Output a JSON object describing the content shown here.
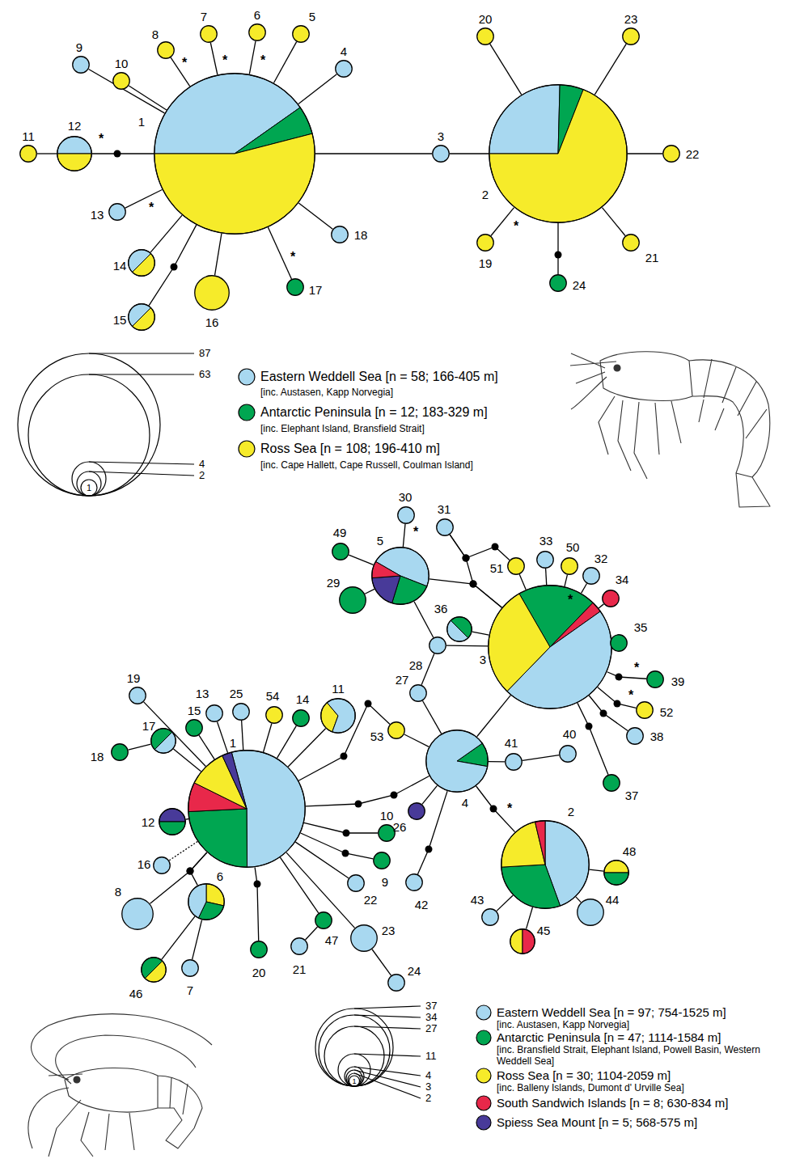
{
  "diagram": {
    "nodes": [
      {
        "text": [
          "1"
        ]
      },
      {
        "text": [
          "2"
        ]
      },
      {
        "text": [
          "3"
        ]
      },
      {
        "text": [
          "4"
        ]
      },
      {
        "text": [
          "5"
        ]
      },
      {
        "text": [
          "6"
        ]
      },
      {
        "text": [
          "7"
        ]
      },
      {
        "text": [
          "8"
        ]
      },
      {
        "text": [
          "9"
        ]
      },
      {
        "text": [
          "10"
        ]
      },
      {
        "text": [
          "11"
        ]
      },
      {
        "text": [
          "12"
        ]
      },
      {
        "text": [
          "13"
        ]
      },
      {
        "text": [
          "14"
        ]
      },
      {
        "text": [
          "15"
        ]
      },
      {
        "text": [
          "16"
        ]
      },
      {
        "text": [
          "17"
        ]
      },
      {
        "text": [
          "18"
        ]
      },
      {
        "text": [
          "19"
        ]
      },
      {
        "text": [
          "20"
        ]
      },
      {
        "text": [
          "21"
        ]
      },
      {
        "text": [
          "22"
        ]
      },
      {
        "text": [
          "23"
        ]
      },
      {
        "text": [
          "24"
        ]
      },
      {
        "text": [
          "1"
        ]
      },
      {
        "text": [
          "2"
        ]
      },
      {
        "text": [
          "3"
        ]
      },
      {
        "text": [
          "4"
        ]
      },
      {
        "text": [
          "5"
        ]
      },
      {
        "text": [
          "6"
        ]
      },
      {
        "text": [
          "7"
        ]
      },
      {
        "text": [
          "8"
        ]
      },
      {
        "text": [
          "9"
        ]
      },
      {
        "text": [
          "10"
        ]
      },
      {
        "text": [
          "11"
        ]
      },
      {
        "text": [
          "12"
        ]
      },
      {
        "text": [
          "13"
        ]
      },
      {
        "text": [
          "14"
        ]
      },
      {
        "text": [
          "15"
        ]
      },
      {
        "text": [
          "16"
        ]
      },
      {
        "text": [
          "17"
        ]
      },
      {
        "text": [
          "18"
        ]
      },
      {
        "text": [
          "19"
        ]
      },
      {
        "text": [
          "20"
        ]
      },
      {
        "text": [
          "21"
        ]
      },
      {
        "text": [
          "22"
        ]
      },
      {
        "text": [
          "23"
        ]
      },
      {
        "text": [
          "24"
        ]
      },
      {
        "text": [
          "25"
        ]
      },
      {
        "text": [
          "26"
        ]
      },
      {
        "text": [
          "27"
        ]
      },
      {
        "text": [
          "28"
        ]
      },
      {
        "text": [
          "29"
        ]
      },
      {
        "text": [
          "30"
        ]
      },
      {
        "text": [
          "31"
        ]
      },
      {
        "text": [
          "32"
        ]
      },
      {
        "text": [
          "33"
        ]
      },
      {
        "text": [
          "34"
        ]
      },
      {
        "text": [
          "35"
        ]
      },
      {
        "text": [
          "36"
        ]
      },
      {
        "text": [
          "37"
        ]
      },
      {
        "text": [
          "38"
        ]
      },
      {
        "text": [
          "39"
        ]
      },
      {
        "text": [
          "40"
        ]
      },
      {
        "text": [
          "41"
        ]
      },
      {
        "text": [
          "42"
        ]
      },
      {
        "text": [
          "43"
        ]
      },
      {
        "text": [
          "44"
        ]
      },
      {
        "text": [
          "45"
        ]
      },
      {
        "text": [
          "46"
        ]
      },
      {
        "text": [
          "47"
        ]
      },
      {
        "text": [
          "48"
        ]
      },
      {
        "text": [
          "49"
        ]
      },
      {
        "text": [
          "50"
        ]
      },
      {
        "text": [
          "51"
        ]
      },
      {
        "text": [
          "52"
        ]
      },
      {
        "text": [
          "53"
        ]
      },
      {
        "text": [
          "54"
        ]
      }
    ],
    "edges": [
      {
        "from": 0,
        "to": 3,
        "arrow": "none"
      },
      {
        "from": 0,
        "to": 4,
        "arrow": "none"
      },
      {
        "from": 0,
        "to": 5,
        "arrow": "none"
      },
      {
        "from": 0,
        "to": 6,
        "arrow": "none"
      },
      {
        "from": 0,
        "to": 7,
        "arrow": "none"
      },
      {
        "from": 0,
        "to": 8,
        "arrow": "none"
      },
      {
        "from": 0,
        "to": 9,
        "arrow": "none"
      },
      {
        "from": 0,
        "to": 11,
        "arrow": "none"
      },
      {
        "from": 11,
        "to": 10,
        "arrow": "none"
      },
      {
        "from": 0,
        "to": 12,
        "arrow": "none"
      },
      {
        "from": 0,
        "to": 13,
        "arrow": "none"
      },
      {
        "from": 0,
        "to": 14,
        "arrow": "none"
      },
      {
        "from": 0,
        "to": 15,
        "arrow": "none"
      },
      {
        "from": 0,
        "to": 16,
        "arrow": "none"
      },
      {
        "from": 0,
        "to": 17,
        "arrow": "none"
      },
      {
        "from": 0,
        "to": 2,
        "arrow": "none"
      },
      {
        "from": 2,
        "to": 1,
        "arrow": "none"
      },
      {
        "from": 1,
        "to": 19,
        "arrow": "none"
      },
      {
        "from": 1,
        "to": 22,
        "arrow": "none"
      },
      {
        "from": 1,
        "to": 21,
        "arrow": "none"
      },
      {
        "from": 1,
        "to": 20,
        "arrow": "none"
      },
      {
        "from": 1,
        "to": 18,
        "arrow": "none"
      },
      {
        "from": 1,
        "to": 23,
        "arrow": "none"
      },
      {
        "from": 24,
        "to": 42,
        "arrow": "none"
      },
      {
        "from": 24,
        "to": 40,
        "arrow": "none"
      },
      {
        "from": 40,
        "to": 41,
        "arrow": "none"
      },
      {
        "from": 24,
        "to": 38,
        "arrow": "none"
      },
      {
        "from": 24,
        "to": 36,
        "arrow": "none"
      },
      {
        "from": 24,
        "to": 48,
        "arrow": "none"
      },
      {
        "from": 24,
        "to": 77,
        "arrow": "none"
      },
      {
        "from": 24,
        "to": 37,
        "arrow": "none"
      },
      {
        "from": 24,
        "to": 34,
        "arrow": "none"
      },
      {
        "from": 24,
        "to": 35,
        "arrow": "none"
      },
      {
        "from": 24,
        "to": 39,
        "arrow": "none"
      },
      {
        "from": 24,
        "to": 29,
        "arrow": "none"
      },
      {
        "from": 24,
        "to": 31,
        "arrow": "none"
      },
      {
        "from": 29,
        "to": 69,
        "arrow": "none"
      },
      {
        "from": 29,
        "to": 30,
        "arrow": "none"
      },
      {
        "from": 24,
        "to": 43,
        "arrow": "none"
      },
      {
        "from": 24,
        "to": 70,
        "arrow": "none"
      },
      {
        "from": 70,
        "to": 44,
        "arrow": "none"
      },
      {
        "from": 24,
        "to": 45,
        "arrow": "none"
      },
      {
        "from": 24,
        "to": 46,
        "arrow": "none"
      },
      {
        "from": 46,
        "to": 47,
        "arrow": "none"
      },
      {
        "from": 24,
        "to": 33,
        "arrow": "none"
      },
      {
        "from": 24,
        "to": 32,
        "arrow": "none"
      },
      {
        "from": 24,
        "to": 27,
        "arrow": "none"
      },
      {
        "from": 24,
        "to": 76,
        "arrow": "none"
      },
      {
        "from": 76,
        "to": 27,
        "arrow": "none"
      },
      {
        "from": 27,
        "to": 50,
        "arrow": "none"
      },
      {
        "from": 50,
        "to": 51,
        "arrow": "none"
      },
      {
        "from": 51,
        "to": 28,
        "arrow": "none"
      },
      {
        "from": 51,
        "to": 26,
        "arrow": "none"
      },
      {
        "from": 59,
        "to": 26,
        "arrow": "none"
      },
      {
        "from": 28,
        "to": 53,
        "arrow": "none"
      },
      {
        "from": 28,
        "to": 72,
        "arrow": "none"
      },
      {
        "from": 28,
        "to": 52,
        "arrow": "none"
      },
      {
        "from": 54,
        "to": 26,
        "arrow": "none"
      },
      {
        "from": 28,
        "to": 26,
        "arrow": "none"
      },
      {
        "from": 74,
        "to": 54,
        "arrow": "none"
      },
      {
        "from": 26,
        "to": 74,
        "arrow": "none"
      },
      {
        "from": 26,
        "to": 56,
        "arrow": "none"
      },
      {
        "from": 26,
        "to": 73,
        "arrow": "none"
      },
      {
        "from": 26,
        "to": 55,
        "arrow": "none"
      },
      {
        "from": 26,
        "to": 57,
        "arrow": "none"
      },
      {
        "from": 26,
        "to": 58,
        "arrow": "none"
      },
      {
        "from": 26,
        "to": 62,
        "arrow": "none"
      },
      {
        "from": 26,
        "to": 75,
        "arrow": "none"
      },
      {
        "from": 26,
        "to": 61,
        "arrow": "none"
      },
      {
        "from": 26,
        "to": 60,
        "arrow": "none"
      },
      {
        "from": 27,
        "to": 26,
        "arrow": "none"
      },
      {
        "from": 27,
        "to": 64,
        "arrow": "none"
      },
      {
        "from": 64,
        "to": 63,
        "arrow": "none"
      },
      {
        "from": 27,
        "to": 49,
        "arrow": "none"
      },
      {
        "from": 27,
        "to": 65,
        "arrow": "none"
      },
      {
        "from": 27,
        "to": 25,
        "arrow": "none"
      },
      {
        "from": 25,
        "to": 71,
        "arrow": "none"
      },
      {
        "from": 25,
        "to": 67,
        "arrow": "none"
      },
      {
        "from": 25,
        "to": 66,
        "arrow": "none"
      },
      {
        "from": 25,
        "to": 68,
        "arrow": "none"
      }
    ],
    "labels": [
      "*",
      "*",
      "*",
      "*",
      "*",
      "*",
      "*",
      "87",
      "63",
      "4",
      "2",
      "1",
      "[inc. Austasen, Kapp Norvegia]",
      "[inc. Elephant Island, Bransfield Strait]",
      "[inc. Cape Hallett, Cape Russell, Coulman Island]",
      "*",
      "*",
      "*",
      "*",
      "*",
      "37",
      "34",
      "27",
      "11",
      "4",
      "3",
      "2",
      "1",
      "[inc. Austasen, Kapp Norvegia]",
      "[inc. Bransfield Strait, Elephant Island, Powell Basin, Western Weddell Sea]",
      "[inc. Balleny Islands, Dumont d' Urville Sea]"
    ],
    "legend": [
      {
        "text": "Eastern Weddell Sea [n = 58; 166-405 m]",
        "color": "#a8d8f0"
      },
      {
        "text": "Antarctic Peninsula [n = 12; 183-329 m]",
        "color": "#00a651"
      },
      {
        "text": "Ross Sea [n = 108; 196-410 m]",
        "color": "#f6eb2a"
      },
      {
        "text": "Eastern Weddell Sea [n = 97; 754-1525 m]",
        "color": "#a8d8f0"
      },
      {
        "text": "Antarctic Peninsula [n = 47; 1114-1584 m]",
        "color": "#00a651"
      },
      {
        "text": "Ross Sea [n = 30; 1104-2059 m]",
        "color": "#f6eb2a"
      },
      {
        "text": "South Sandwich Islands [n = 8; 630-834 m]",
        "color": "#e8284a"
      },
      {
        "text": "Spiess Sea Mount [n = 5; 568-575 m]",
        "color": "#483a99"
      }
    ]
  }
}
